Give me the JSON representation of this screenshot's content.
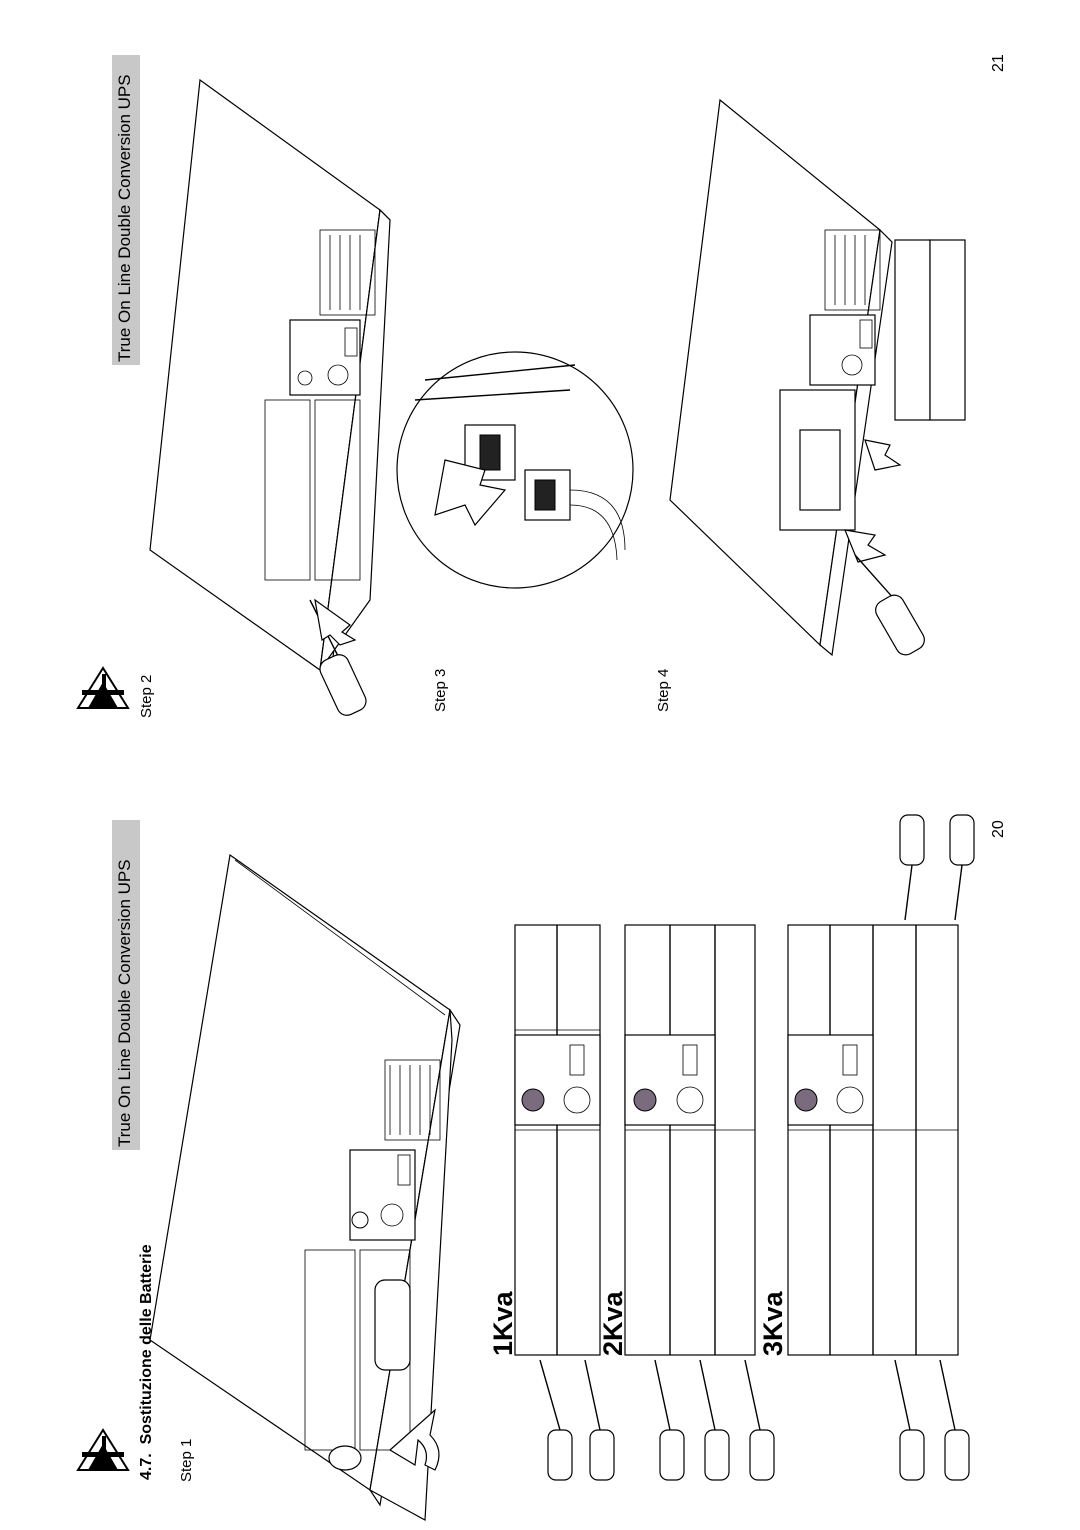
{
  "left_page": {
    "header": "True On Line Double Conversion UPS",
    "section_number": "4.7.",
    "section_title": "Sostituzione delle Batterie",
    "step_label": "Step 1",
    "models": [
      "1Kva",
      "2Kva",
      "3Kva"
    ],
    "page_number": "20"
  },
  "right_page": {
    "header": "True On Line Double Conversion UPS",
    "steps": [
      "Step 2",
      "Step 3",
      "Step 4"
    ],
    "page_number": "21"
  },
  "colors": {
    "header_band": "#c8c8c8",
    "button_purple": "#7a6c7e"
  },
  "icons": [
    "atlantis-logo-icon",
    "screwdriver-icon",
    "arrow-icon"
  ]
}
